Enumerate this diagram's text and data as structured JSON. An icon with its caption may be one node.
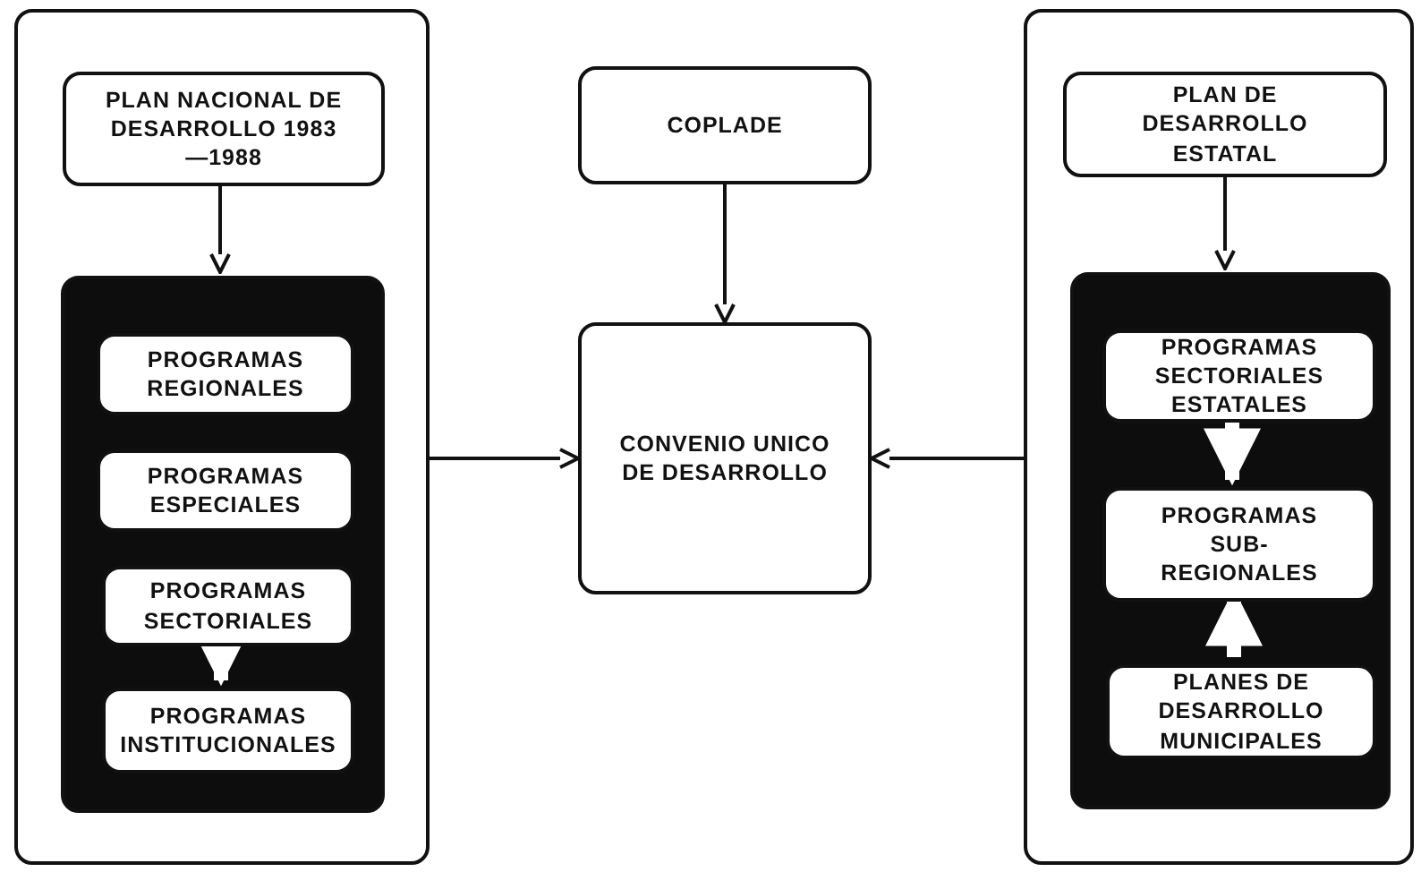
{
  "diagram": {
    "nodes": [
      {
        "text": [],
        "shape": "box"
      },
      {
        "text": [
          "PLAN NACIONAL DE DESARROLLO 1983—1988"
        ],
        "in": 0
      },
      {
        "text": [],
        "shape": "box",
        "in": 0
      },
      {
        "text": [
          "PROGRAMAS REGIONALES"
        ],
        "in": 2
      },
      {
        "text": [
          "PROGRAMAS ESPECIALES"
        ],
        "in": 2
      },
      {
        "text": [
          "PROGRAMAS SECTORIALES"
        ],
        "in": 2
      },
      {
        "text": [
          "PROGRAMAS INSTITUCIONALES"
        ],
        "in": 2
      },
      {
        "text": [
          "COPLADE"
        ]
      },
      {
        "text": [
          "CONVENIO UNICO DE DESARROLLO"
        ]
      },
      {
        "text": [],
        "shape": "box"
      },
      {
        "text": [
          "PLAN DE DESARROLLO ESTATAL"
        ],
        "in": 9
      },
      {
        "text": [],
        "shape": "box",
        "in": 9
      },
      {
        "text": [
          "PROGRAMAS SECTORIALES ESTATALES"
        ],
        "in": 11
      },
      {
        "text": [
          "PROGRAMAS SUB-REGIONALES"
        ],
        "in": 11
      },
      {
        "text": [
          "PLANES DE DESARROLLO MUNICIPALES"
        ],
        "in": 11
      }
    ],
    "edges": [
      {
        "from": 1,
        "to": 2,
        "arrow": "to"
      },
      {
        "from": 5,
        "to": 6,
        "arrow": "to",
        "style": "thick",
        "color": "#ffffff"
      },
      {
        "from": 7,
        "to": 8,
        "arrow": "to"
      },
      {
        "from": 0,
        "to": 8,
        "arrow": "to"
      },
      {
        "from": 9,
        "to": 8,
        "arrow": "to"
      },
      {
        "from": 10,
        "to": 11,
        "arrow": "to"
      },
      {
        "from": 12,
        "to": 13,
        "arrow": "to",
        "style": "thick",
        "color": "#ffffff"
      },
      {
        "from": 14,
        "to": 13,
        "arrow": "to",
        "style": "thick",
        "color": "#ffffff"
      }
    ]
  }
}
